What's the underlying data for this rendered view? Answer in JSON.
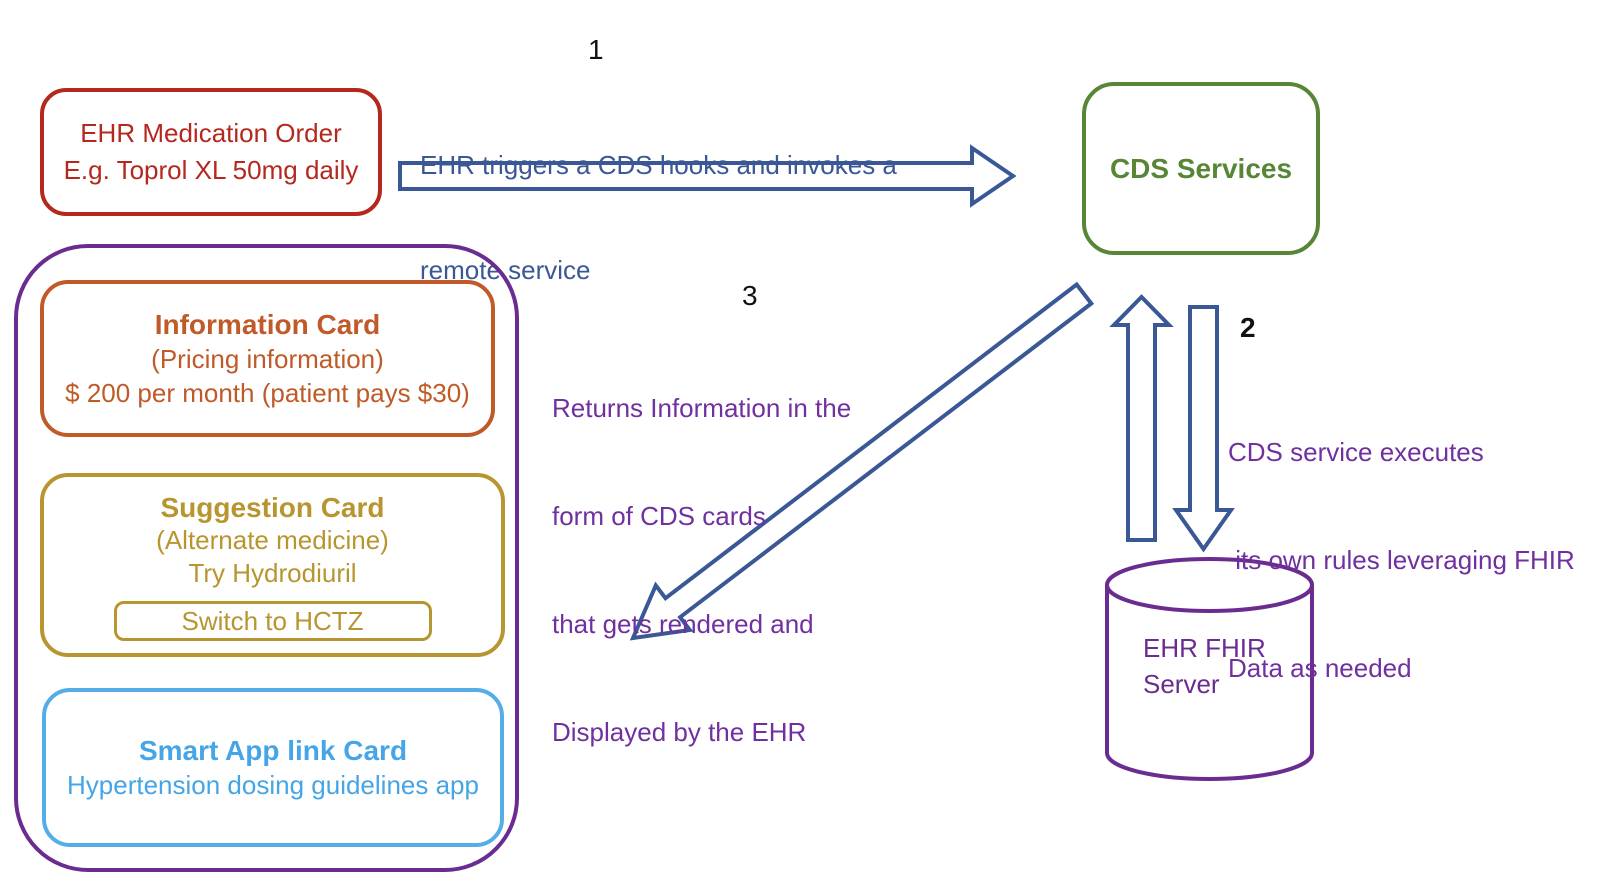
{
  "title": "CDS Hooks EHR workflow diagram",
  "colors": {
    "arrow_blue": "#3A5796",
    "node_red": "#B4281E",
    "node_green": "#578637",
    "card_orange": "#C05A28",
    "card_gold": "#B7952F",
    "card_light_blue": "#54ACE8",
    "container_purple": "#6B2C91",
    "annotation_purple": "#7030A0",
    "number_black": "#111111"
  },
  "nodes": {
    "ehr_medication_order": {
      "lines": [
        "EHR Medication Order",
        "E.g. Toprol XL 50mg daily"
      ]
    },
    "cds_services": {
      "label": "CDS Services"
    },
    "ehr_fhir_server": {
      "lines": [
        "EHR FHIR",
        "Server"
      ]
    },
    "information_card": {
      "title": "Information Card",
      "subtitle": "(Pricing information)",
      "detail": "$ 200 per month (patient pays $30)"
    },
    "suggestion_card": {
      "title": "Suggestion Card",
      "subtitle": "(Alternate medicine)",
      "detail": "Try Hydrodiuril",
      "action_label": "Switch to HCTZ"
    },
    "smart_app_link_card": {
      "title": "Smart App link Card",
      "subtitle": "Hypertension dosing guidelines app"
    }
  },
  "steps": {
    "step1": {
      "number": "1",
      "lines": [
        "EHR triggers a CDS hooks and invokes a",
        "remote service"
      ]
    },
    "step2": {
      "number": "2",
      "lines": [
        "CDS service executes",
        " its own rules leveraging FHIR",
        "Data as needed"
      ]
    },
    "step3": {
      "number": "3",
      "lines": [
        "Returns Information in the",
        "form of CDS cards",
        "that gets rendered and",
        "Displayed by the EHR"
      ]
    }
  }
}
